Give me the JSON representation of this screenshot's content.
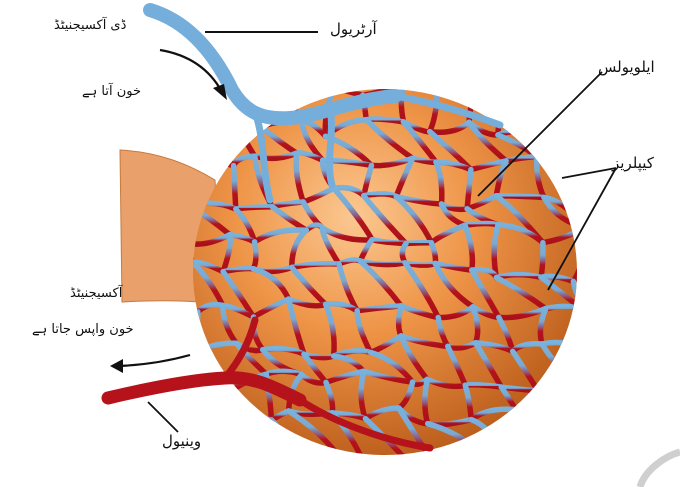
{
  "labels": {
    "arteriole": "آرٹریول",
    "alveolus": "ایلویولس",
    "capillaries": "کیپلریز",
    "deoxygenated_line1": "ڈی آکسیجنیٹڈ",
    "deoxygenated_line2": "خون آتا ہے",
    "oxygenated_line1": "آکسیجنیٹڈ",
    "oxygenated_line2": "خون واپس جاتا ہے",
    "venule": "وینیول"
  },
  "colors": {
    "deoxygenated_vessel": "#6fa8d6",
    "oxygenated_vessel": "#b5121b",
    "alveolus_fill": "#e8893a",
    "bronchiole_fill": "#e9a06a"
  }
}
